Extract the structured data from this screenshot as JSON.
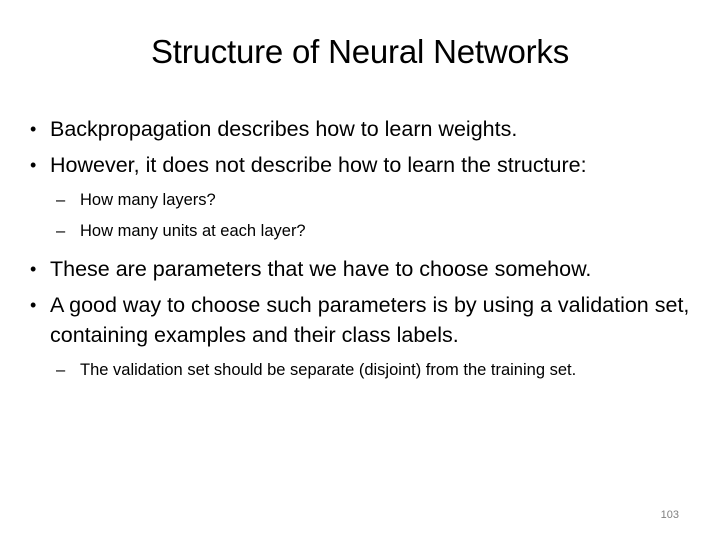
{
  "slide": {
    "title": "Structure of Neural Networks",
    "page_number": "103",
    "bullet_marker": "•",
    "dash_marker": "–",
    "text_color": "#000000",
    "background_color": "#ffffff",
    "page_number_color": "#808080",
    "body": [
      {
        "level": 1,
        "text": "Backpropagation describes how to learn weights."
      },
      {
        "level": 1,
        "text": "However, it does not describe how to learn the structure:"
      },
      {
        "level": 2,
        "text": "How many layers?"
      },
      {
        "level": 2,
        "text": "How many units at each layer?"
      },
      {
        "level": 1,
        "text": "These are parameters that we have to choose somehow."
      },
      {
        "level": 1,
        "text": "A good way to choose such parameters is by using a validation set, containing examples and their class labels."
      },
      {
        "level": 2,
        "text": "The validation set should be separate (disjoint) from the training set."
      }
    ]
  }
}
